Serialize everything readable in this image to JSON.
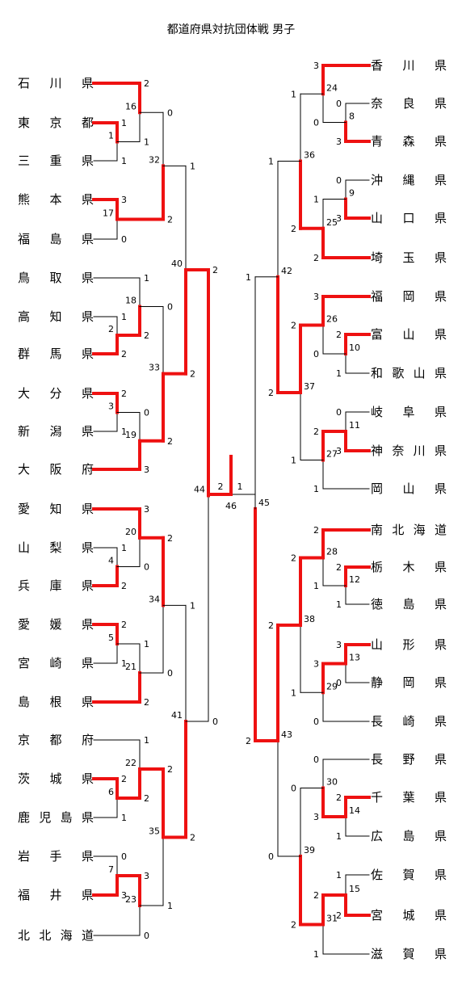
{
  "title": "都道府県対抗団体戦 男子",
  "left_teams": [
    "石川県",
    "東京都",
    "三重県",
    "熊本県",
    "福島県",
    "鳥取県",
    "高知県",
    "群馬県",
    "大分県",
    "新潟県",
    "大阪府",
    "愛知県",
    "山梨県",
    "兵庫県",
    "愛媛県",
    "宮崎県",
    "島根県",
    "京都府",
    "茨城県",
    "鹿児島県",
    "岩手県",
    "福井県",
    "北北海道"
  ],
  "right_teams": [
    "香川県",
    "奈良県",
    "青森県",
    "沖縄県",
    "山口県",
    "埼玉県",
    "福岡県",
    "富山県",
    "和歌山県",
    "岐阜県",
    "神奈川県",
    "岡山県",
    "南北海道",
    "栃木県",
    "徳島県",
    "山形県",
    "静岡県",
    "長崎県",
    "長野県",
    "千葉県",
    "広島県",
    "佐賀県",
    "宮城県",
    "滋賀県"
  ],
  "colors": {
    "winner": "#ee1111",
    "line": "#000000"
  },
  "left_matches": [
    {
      "id": "1",
      "a": {
        "ref": "t1",
        "score": "1"
      },
      "b": {
        "ref": "t2",
        "score": "1"
      },
      "winner": "a"
    },
    {
      "id": "16",
      "a": {
        "ref": "t0",
        "score": "2"
      },
      "b": {
        "ref": "m1",
        "score": "1"
      },
      "winner": "a"
    },
    {
      "id": "17",
      "a": {
        "ref": "t3",
        "score": "3"
      },
      "b": {
        "ref": "t4",
        "score": "0"
      },
      "winner": "a"
    },
    {
      "id": "32",
      "a": {
        "ref": "m16",
        "score": "0"
      },
      "b": {
        "ref": "m17",
        "score": "2"
      },
      "winner": "b"
    },
    {
      "id": "2",
      "a": {
        "ref": "t6",
        "score": "1"
      },
      "b": {
        "ref": "t7",
        "score": "2"
      },
      "winner": "b"
    },
    {
      "id": "18",
      "a": {
        "ref": "t5",
        "score": "1"
      },
      "b": {
        "ref": "m2",
        "score": "2"
      },
      "winner": "b"
    },
    {
      "id": "3",
      "a": {
        "ref": "t8",
        "score": "2"
      },
      "b": {
        "ref": "t9",
        "score": "1"
      },
      "winner": "a"
    },
    {
      "id": "19",
      "a": {
        "ref": "m3",
        "score": "0"
      },
      "b": {
        "ref": "t10",
        "score": "3"
      },
      "winner": "b"
    },
    {
      "id": "33",
      "a": {
        "ref": "m18",
        "score": "0"
      },
      "b": {
        "ref": "m19",
        "score": "2"
      },
      "winner": "b"
    },
    {
      "id": "40",
      "a": {
        "ref": "m32",
        "score": "1"
      },
      "b": {
        "ref": "m33",
        "score": "2"
      },
      "winner": "b"
    },
    {
      "id": "4",
      "a": {
        "ref": "t12",
        "score": "1"
      },
      "b": {
        "ref": "t13",
        "score": "2"
      },
      "winner": "b"
    },
    {
      "id": "20",
      "a": {
        "ref": "t11",
        "score": "3"
      },
      "b": {
        "ref": "m4",
        "score": "0"
      },
      "winner": "a"
    },
    {
      "id": "5",
      "a": {
        "ref": "t14",
        "score": "2"
      },
      "b": {
        "ref": "t15",
        "score": "1"
      },
      "winner": "a"
    },
    {
      "id": "21",
      "a": {
        "ref": "m5",
        "score": "1"
      },
      "b": {
        "ref": "t16",
        "score": "2"
      },
      "winner": "b"
    },
    {
      "id": "34",
      "a": {
        "ref": "m20",
        "score": "2"
      },
      "b": {
        "ref": "m21",
        "score": "0"
      },
      "winner": "a"
    },
    {
      "id": "6",
      "a": {
        "ref": "t18",
        "score": "2"
      },
      "b": {
        "ref": "t19",
        "score": "1"
      },
      "winner": "a"
    },
    {
      "id": "22",
      "a": {
        "ref": "t17",
        "score": "1"
      },
      "b": {
        "ref": "m6",
        "score": "2"
      },
      "winner": "b"
    },
    {
      "id": "7",
      "a": {
        "ref": "t20",
        "score": "0"
      },
      "b": {
        "ref": "t21",
        "score": "3"
      },
      "winner": "b"
    },
    {
      "id": "23",
      "a": {
        "ref": "m7",
        "score": "3"
      },
      "b": {
        "ref": "t22",
        "score": "0"
      },
      "winner": "a"
    },
    {
      "id": "35",
      "a": {
        "ref": "m22",
        "score": "2"
      },
      "b": {
        "ref": "m23",
        "score": "1"
      },
      "winner": "a"
    },
    {
      "id": "41",
      "a": {
        "ref": "m34",
        "score": "1"
      },
      "b": {
        "ref": "m35",
        "score": "2"
      },
      "winner": "b"
    },
    {
      "id": "44",
      "a": {
        "ref": "m40",
        "score": "2"
      },
      "b": {
        "ref": "m41",
        "score": "0"
      },
      "winner": "a"
    }
  ],
  "right_matches": [
    {
      "id": "8",
      "a": {
        "ref": "t1",
        "score": "0"
      },
      "b": {
        "ref": "t2",
        "score": "3"
      },
      "winner": "b"
    },
    {
      "id": "24",
      "a": {
        "ref": "t0",
        "score": "3"
      },
      "b": {
        "ref": "m8",
        "score": "0"
      },
      "winner": "a"
    },
    {
      "id": "9",
      "a": {
        "ref": "t3",
        "score": "0"
      },
      "b": {
        "ref": "t4",
        "score": "3"
      },
      "winner": "b"
    },
    {
      "id": "25",
      "a": {
        "ref": "m9",
        "score": "1"
      },
      "b": {
        "ref": "t5",
        "score": "2"
      },
      "winner": "b"
    },
    {
      "id": "36",
      "a": {
        "ref": "m24",
        "score": "1"
      },
      "b": {
        "ref": "m25",
        "score": "2"
      },
      "winner": "b"
    },
    {
      "id": "10",
      "a": {
        "ref": "t7",
        "score": "2"
      },
      "b": {
        "ref": "t8",
        "score": "1"
      },
      "winner": "a"
    },
    {
      "id": "26",
      "a": {
        "ref": "t6",
        "score": "3"
      },
      "b": {
        "ref": "m10",
        "score": "0"
      },
      "winner": "a"
    },
    {
      "id": "11",
      "a": {
        "ref": "t9",
        "score": "0"
      },
      "b": {
        "ref": "t10",
        "score": "3"
      },
      "winner": "b"
    },
    {
      "id": "27",
      "a": {
        "ref": "m11",
        "score": "2"
      },
      "b": {
        "ref": "t11",
        "score": "1"
      },
      "winner": "a"
    },
    {
      "id": "37",
      "a": {
        "ref": "m26",
        "score": "2"
      },
      "b": {
        "ref": "m27",
        "score": "1"
      },
      "winner": "a"
    },
    {
      "id": "42",
      "a": {
        "ref": "m36",
        "score": "1"
      },
      "b": {
        "ref": "m37",
        "score": "2"
      },
      "winner": "b"
    },
    {
      "id": "12",
      "a": {
        "ref": "t13",
        "score": "2"
      },
      "b": {
        "ref": "t14",
        "score": "1"
      },
      "winner": "a"
    },
    {
      "id": "28",
      "a": {
        "ref": "t12",
        "score": "2"
      },
      "b": {
        "ref": "m12",
        "score": "1"
      },
      "winner": "a"
    },
    {
      "id": "13",
      "a": {
        "ref": "t15",
        "score": "3"
      },
      "b": {
        "ref": "t16",
        "score": "0"
      },
      "winner": "a"
    },
    {
      "id": "29",
      "a": {
        "ref": "m13",
        "score": "3"
      },
      "b": {
        "ref": "t17",
        "score": "0"
      },
      "winner": "a"
    },
    {
      "id": "38",
      "a": {
        "ref": "m28",
        "score": "2"
      },
      "b": {
        "ref": "m29",
        "score": "1"
      },
      "winner": "a"
    },
    {
      "id": "14",
      "a": {
        "ref": "t19",
        "score": "2"
      },
      "b": {
        "ref": "t20",
        "score": "1"
      },
      "winner": "a"
    },
    {
      "id": "30",
      "a": {
        "ref": "t18",
        "score": "0"
      },
      "b": {
        "ref": "m14",
        "score": "3"
      },
      "winner": "b"
    },
    {
      "id": "15",
      "a": {
        "ref": "t21",
        "score": "1"
      },
      "b": {
        "ref": "t22",
        "score": "2"
      },
      "winner": "b"
    },
    {
      "id": "31",
      "a": {
        "ref": "m15",
        "score": "2"
      },
      "b": {
        "ref": "t23",
        "score": "1"
      },
      "winner": "a"
    },
    {
      "id": "39",
      "a": {
        "ref": "m30",
        "score": "0"
      },
      "b": {
        "ref": "m31",
        "score": "2"
      },
      "winner": "b"
    },
    {
      "id": "43",
      "a": {
        "ref": "m38",
        "score": "2"
      },
      "b": {
        "ref": "m39",
        "score": "0"
      },
      "winner": "a"
    },
    {
      "id": "45",
      "a": {
        "ref": "m42",
        "score": "1"
      },
      "b": {
        "ref": "m43",
        "score": "2"
      },
      "winner": "b"
    }
  ],
  "final": {
    "id": "46",
    "left_score": "2",
    "right_score": "1",
    "winner": "left"
  }
}
